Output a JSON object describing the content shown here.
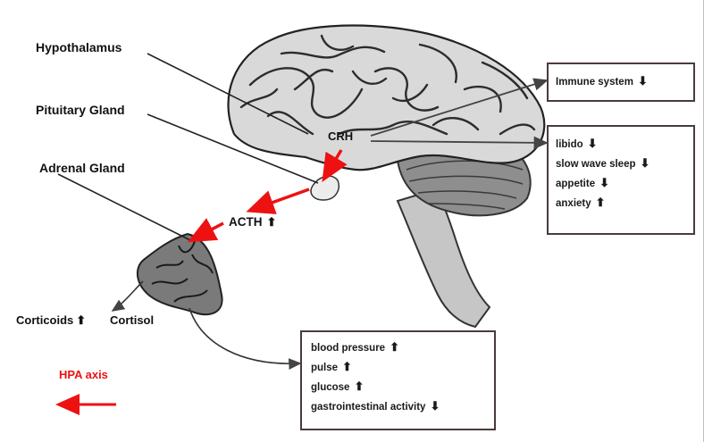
{
  "labels": {
    "hypothalamus": "Hypothalamus",
    "pituitary": "Pituitary Gland",
    "adrenal": "Adrenal Gland",
    "crh": "CRH",
    "acth": "ACTH",
    "corticoids": "Corticoids",
    "cortisol": "Cortisol",
    "hpa_axis": "HPA axis"
  },
  "arrows": {
    "up": "⬆",
    "down": "⬇"
  },
  "box_immune": {
    "items": [
      {
        "text": "Immune system",
        "dir": "down"
      }
    ]
  },
  "box_brain": {
    "items": [
      {
        "text": "libido",
        "dir": "down"
      },
      {
        "text": "slow wave sleep",
        "dir": "down"
      },
      {
        "text": "appetite",
        "dir": "down"
      },
      {
        "text": "anxiety",
        "dir": "up"
      }
    ]
  },
  "box_body": {
    "items": [
      {
        "text": "blood pressure",
        "dir": "up"
      },
      {
        "text": "pulse",
        "dir": "up"
      },
      {
        "text": "glucose",
        "dir": "up"
      },
      {
        "text": "gastrointestinal activity",
        "dir": "down"
      }
    ]
  },
  "colors": {
    "hpa_red": "#ee1111",
    "line": "#333333",
    "box_border": "#4a3b3b"
  }
}
